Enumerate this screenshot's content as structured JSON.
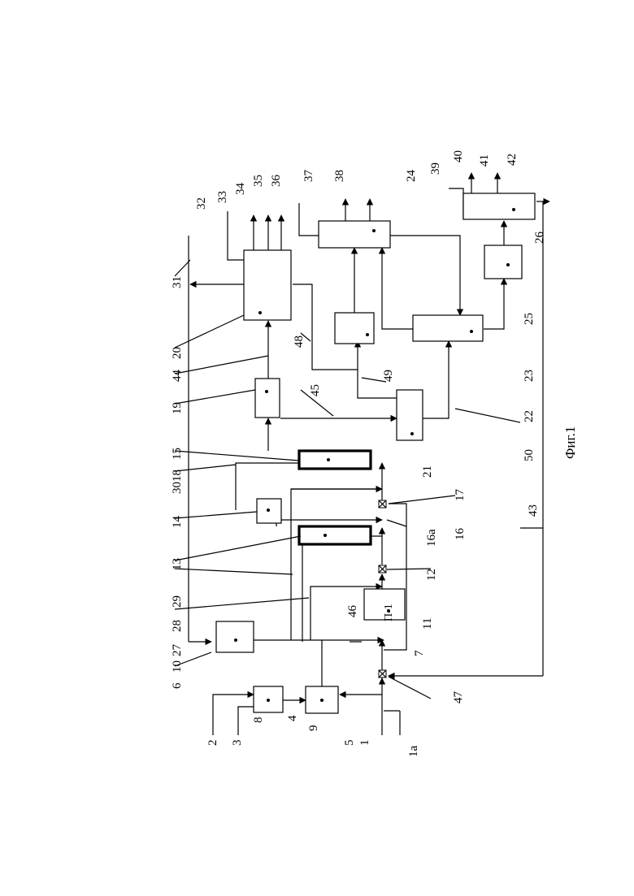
{
  "figure": {
    "caption": "Фиг.1",
    "block_p1_label": "П-1",
    "labels": [
      "1",
      "1а",
      "2",
      "3",
      "4",
      "5",
      "6",
      "7",
      "8",
      "9",
      "10",
      "11",
      "12",
      "13",
      "14",
      "15",
      "16",
      "16а",
      "17",
      "18",
      "19",
      "20",
      "21",
      "22",
      "23",
      "24",
      "25",
      "26",
      "27",
      "28",
      "29",
      "30",
      "31",
      "32",
      "33",
      "34",
      "35",
      "36",
      "37",
      "38",
      "39",
      "40",
      "41",
      "42",
      "43",
      "44",
      "45",
      "46",
      "47",
      "48",
      "49",
      "50"
    ]
  }
}
